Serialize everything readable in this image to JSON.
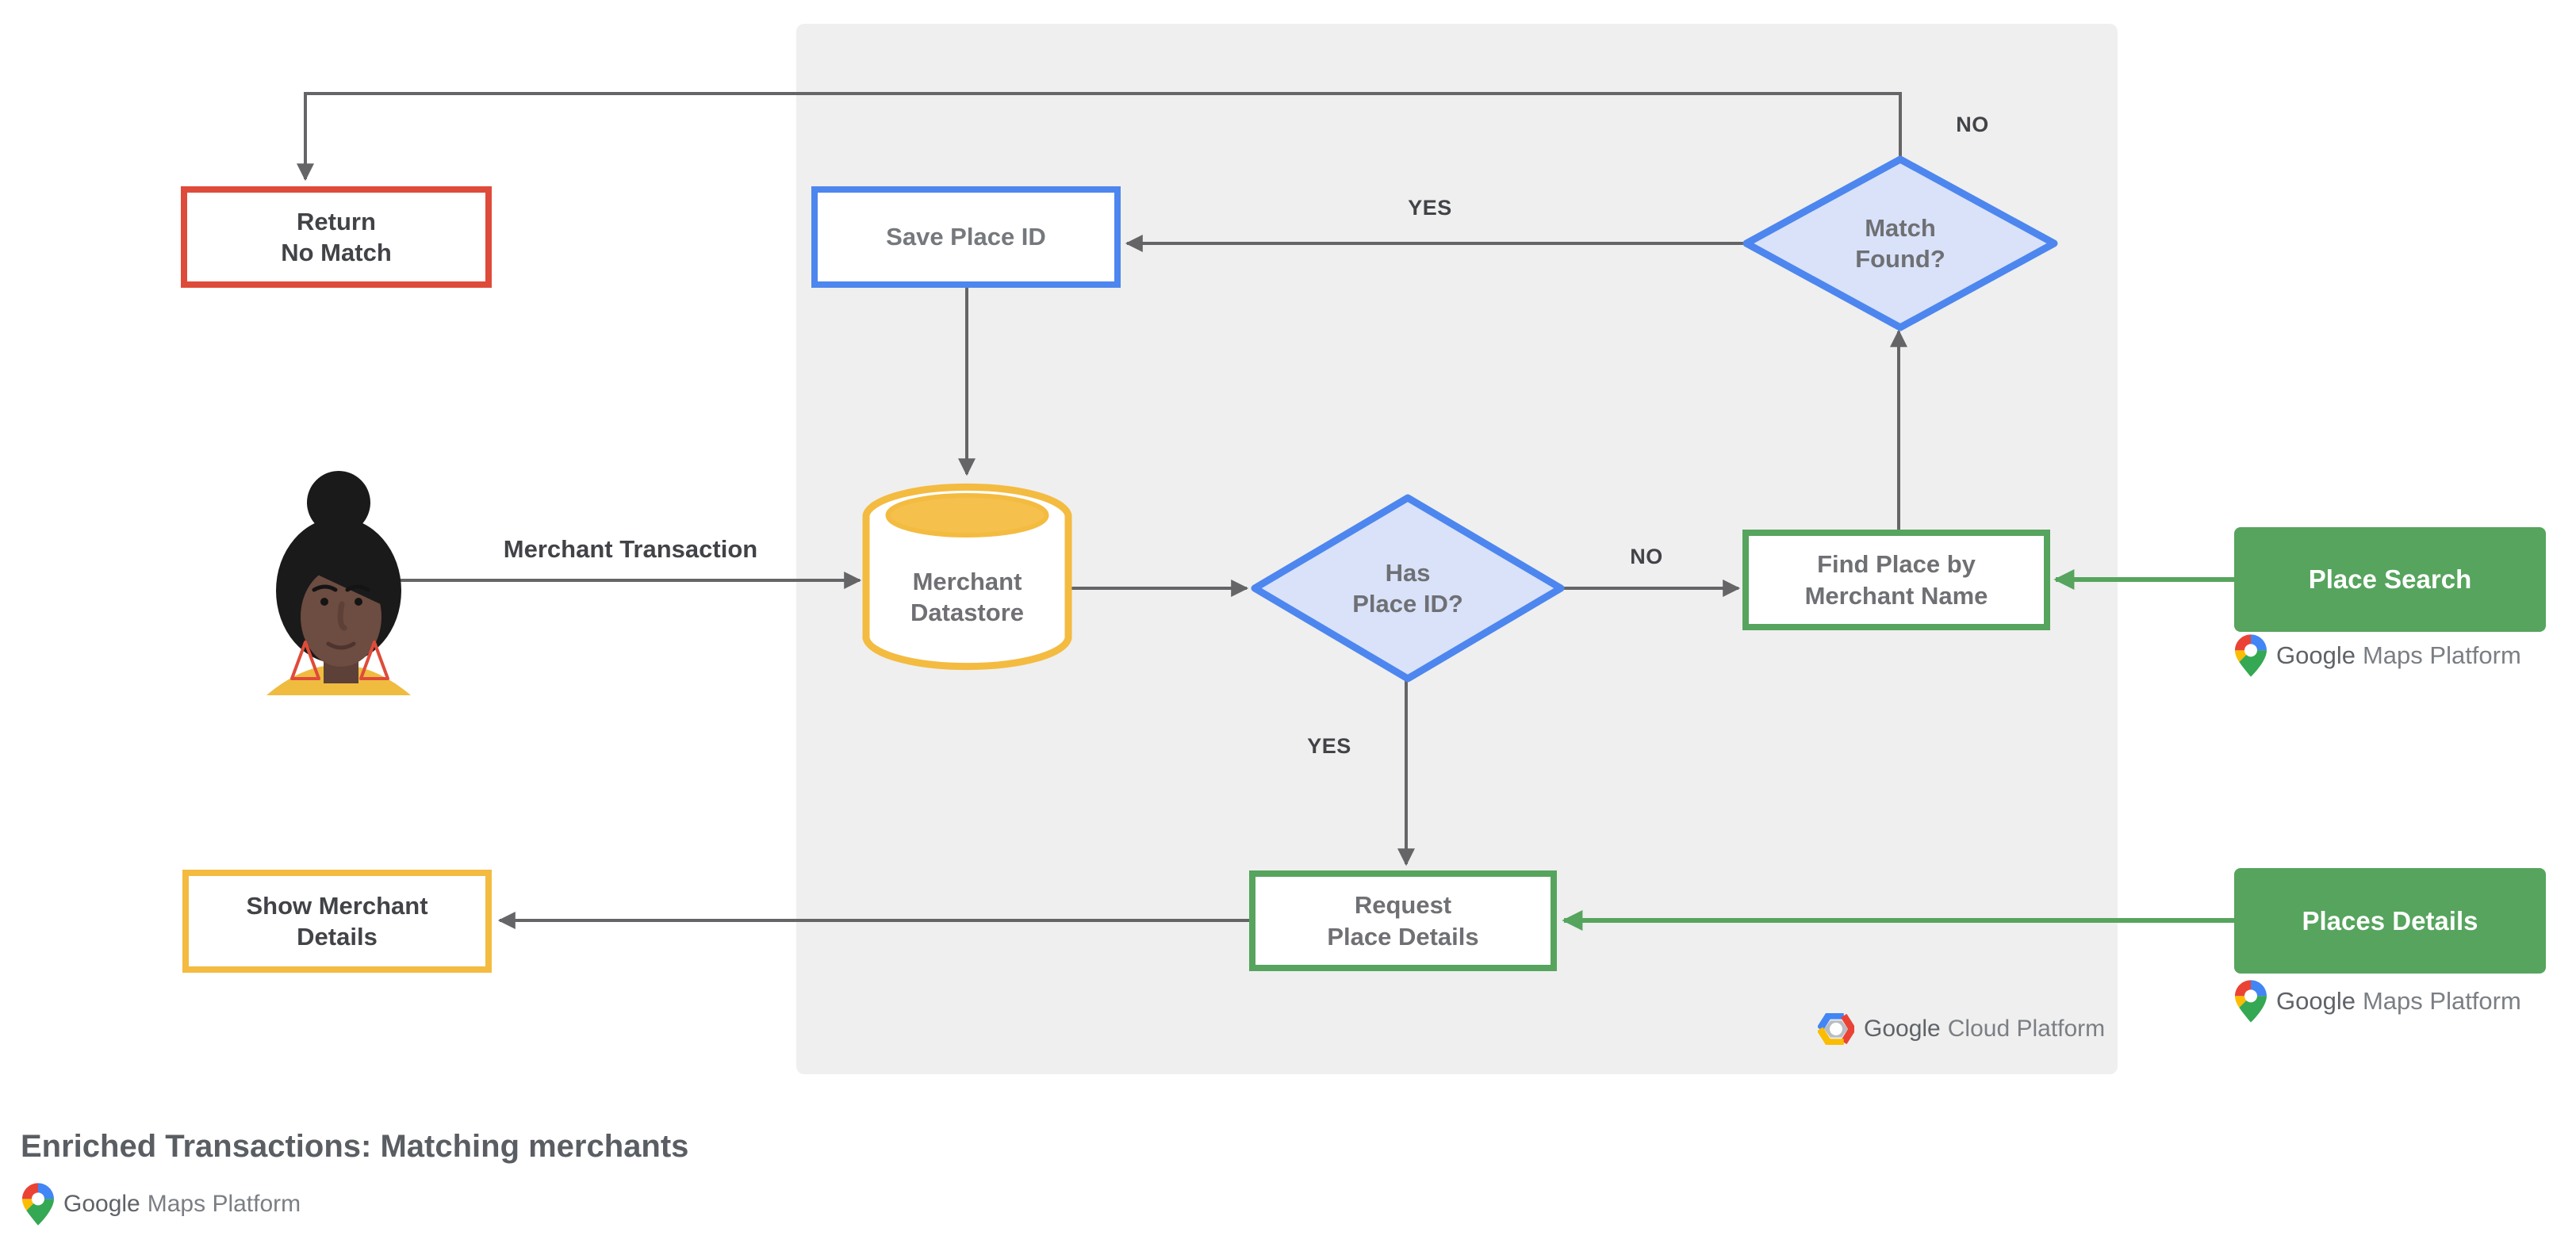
{
  "title": "Enriched Transactions: Matching merchants",
  "colors": {
    "panel": "#EFEFEF",
    "red": "#DF4B3A",
    "blue_border": "#4D86EE",
    "blue_fill": "#D9E2F9",
    "yellow": "#F4BB41",
    "green": "#56A45D",
    "line_gray": "#656567"
  },
  "nodes": {
    "return_no_match": "Return\nNo Match",
    "save_place_id": "Save Place ID",
    "match_found": "Match\nFound?",
    "merchant_datastore": "Merchant\nDatastore",
    "has_place_id": "Has\nPlace ID?",
    "find_place_by_merchant_name": "Find Place by\nMerchant Name",
    "request_place_details": "Request\nPlace Details",
    "show_merchant_details": "Show Merchant\nDetails",
    "place_search": "Place Search",
    "places_details": "Places Details"
  },
  "edges": {
    "match_found_no": "NO",
    "match_found_yes": "YES",
    "has_place_id_no": "NO",
    "has_place_id_yes": "YES"
  },
  "actor": {
    "label": "Merchant Transaction"
  },
  "logos": {
    "gmp": {
      "google": "Google",
      "rest": "Maps Platform"
    },
    "gcp": {
      "google": "Google",
      "rest": "Cloud Platform"
    }
  }
}
